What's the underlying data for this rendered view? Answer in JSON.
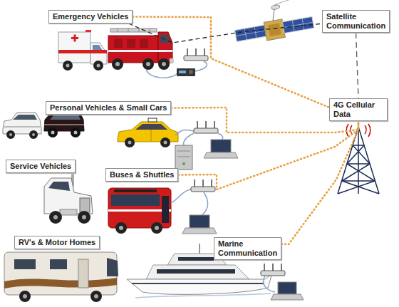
{
  "diagram": {
    "nodes": [
      {
        "text": [
          "Emergency Vehicles"
        ]
      },
      {
        "text": [
          "Satellite Communication"
        ]
      },
      {
        "text": [
          "Personal Vehicles & Small Cars"
        ]
      },
      {
        "text": [
          "4G Cellular Data"
        ]
      },
      {
        "text": [
          "Service Vehicles"
        ]
      },
      {
        "text": [
          "Buses & Shuttles"
        ]
      },
      {
        "text": [
          "RV's & Motor Homes"
        ]
      },
      {
        "text": [
          "Marine Communication"
        ]
      }
    ],
    "edges": [
      {
        "from": 0,
        "to": 1,
        "arrow": "none"
      },
      {
        "from": 1,
        "to": 3,
        "arrow": "none"
      },
      {
        "from": 0,
        "to": 3,
        "arrow": "none"
      },
      {
        "from": 2,
        "to": 3,
        "arrow": "none"
      },
      {
        "from": 5,
        "to": 3,
        "arrow": "none"
      },
      {
        "from": 7,
        "to": 3,
        "arrow": "none"
      }
    ]
  }
}
